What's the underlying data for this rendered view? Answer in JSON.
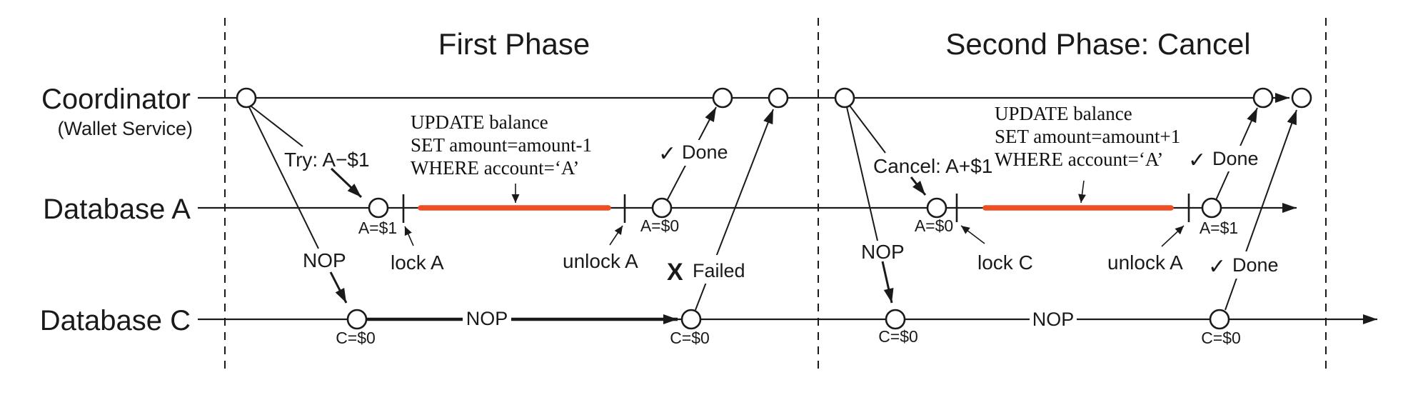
{
  "diagram": {
    "lanes": {
      "coordinator": "Coordinator",
      "coordinator_sub": "(Wallet Service)",
      "db_a": "Database A",
      "db_c": "Database C"
    },
    "phases": {
      "first_title": "First Phase",
      "second_title": "Second Phase: Cancel"
    },
    "phase1": {
      "try_label": "Try: A−$1",
      "nop_label": "NOP",
      "nop_line_label": "NOP",
      "lock_label": "lock A",
      "unlock_label": "unlock A",
      "sql_line1": "UPDATE balance",
      "sql_line2": "SET amount=amount-1",
      "sql_line3": "WHERE account=‘A’",
      "a_after_try": "A=$1",
      "a_after_unlock": "A=$0",
      "c_state_1": "C=$0",
      "c_state_2": "C=$0",
      "done_check": "✓",
      "done_label": "Done",
      "failed_x": "X",
      "failed_label": "Failed"
    },
    "phase2": {
      "cancel_label": "Cancel: A+$1",
      "nop_label": "NOP",
      "nop_line_label": "NOP",
      "lock_label": "lock C",
      "unlock_label": "unlock A",
      "sql_line1": "UPDATE balance",
      "sql_line2": "SET amount=amount+1",
      "sql_line3": "WHERE account=‘A’",
      "a_before_cancel": "A=$0",
      "a_after_unlock": "A=$1",
      "c_state_1": "C=$0",
      "c_state_2": "C=$0",
      "done_check_a": "✓",
      "done_label_a": "Done",
      "done_check_c": "✓",
      "done_label_c": "Done"
    },
    "colors": {
      "lock_bar": "#EE4E23",
      "failed": "#F0502A",
      "done_check": "#3F9FF7"
    }
  }
}
